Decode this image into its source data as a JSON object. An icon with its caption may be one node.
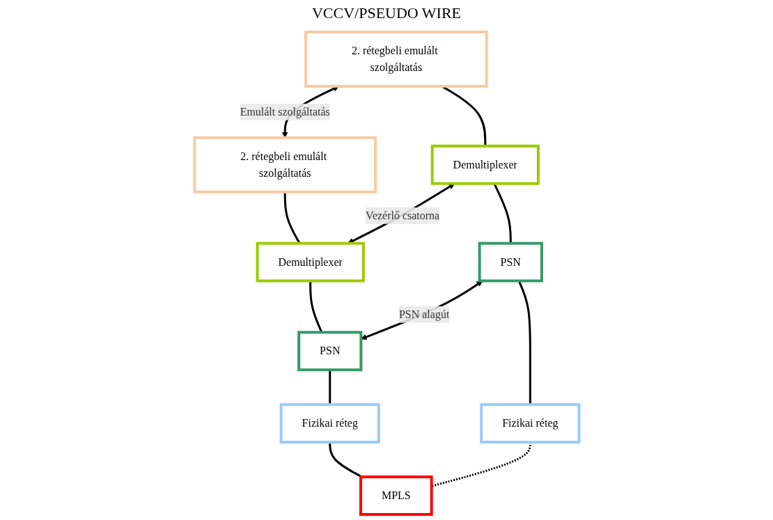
{
  "diagram": {
    "nodes": [
      {
        "text": [
          "2. rétegbeli emulált szolgáltatás"
        ]
      },
      {
        "text": [
          "2. rétegbeli emulált szolgáltatás"
        ]
      },
      {
        "text": [
          "Demultiplexer"
        ]
      },
      {
        "text": [
          "Demultiplexer"
        ]
      },
      {
        "text": [
          "PSN"
        ]
      },
      {
        "text": [
          "PSN"
        ]
      },
      {
        "text": [
          "Fizikai réteg"
        ]
      },
      {
        "text": [
          "Fizikai réteg"
        ]
      },
      {
        "text": [
          "MPLS"
        ]
      }
    ],
    "edges": [
      {
        "from": 0,
        "to": 1,
        "arrow": "both",
        "label": "Emulált szolgáltatás"
      },
      {
        "from": 0,
        "to": 2,
        "arrow": "none"
      },
      {
        "from": 1,
        "to": 3,
        "arrow": "none"
      },
      {
        "from": 2,
        "to": 3,
        "arrow": "both",
        "label": "Vezérlő csatorna"
      },
      {
        "from": 2,
        "to": 4,
        "arrow": "none"
      },
      {
        "from": 3,
        "to": 5,
        "arrow": "none"
      },
      {
        "from": 4,
        "to": 5,
        "arrow": "both",
        "label": "PSN alagút"
      },
      {
        "from": 4,
        "to": 6,
        "arrow": "none"
      },
      {
        "from": 5,
        "to": 7,
        "arrow": "none"
      },
      {
        "from": 6,
        "to": 8,
        "arrow": "none",
        "style": "dashed"
      },
      {
        "from": 7,
        "to": 8,
        "arrow": "none"
      }
    ],
    "labels": [
      "VCCV/PSEUDO WIRE"
    ]
  }
}
